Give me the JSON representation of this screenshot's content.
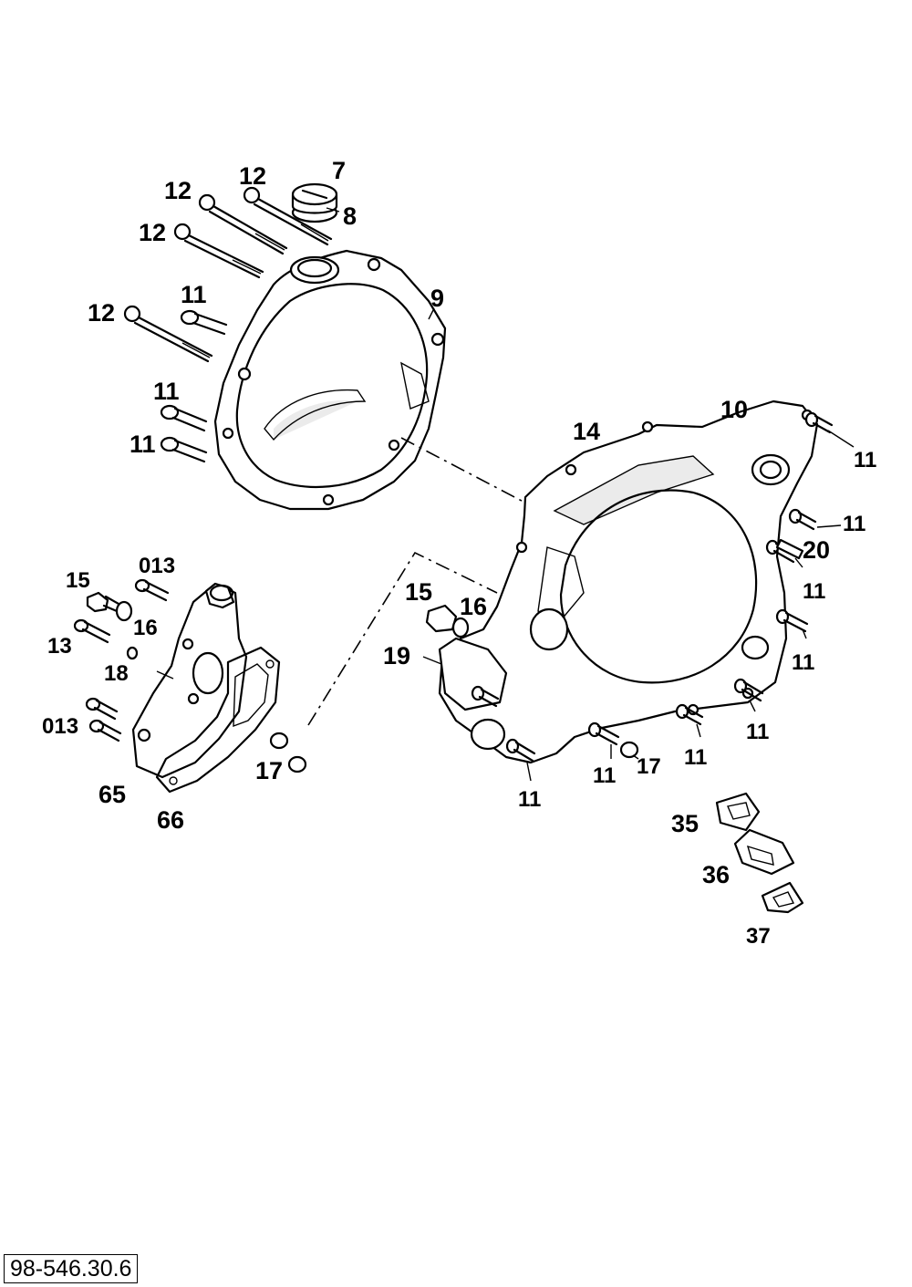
{
  "document_reference": "98-546.30.6",
  "labels": {
    "l7": "7",
    "l8": "8",
    "l9": "9",
    "l10": "10",
    "l11": "11",
    "l12": "12",
    "l13": "13",
    "l14": "14",
    "l15": "15",
    "l16": "16",
    "l17": "17",
    "l18": "18",
    "l19": "19",
    "l20": "20",
    "l013": "013",
    "l35": "35",
    "l36": "36",
    "l37": "37",
    "l65": "65",
    "l66": "66"
  }
}
